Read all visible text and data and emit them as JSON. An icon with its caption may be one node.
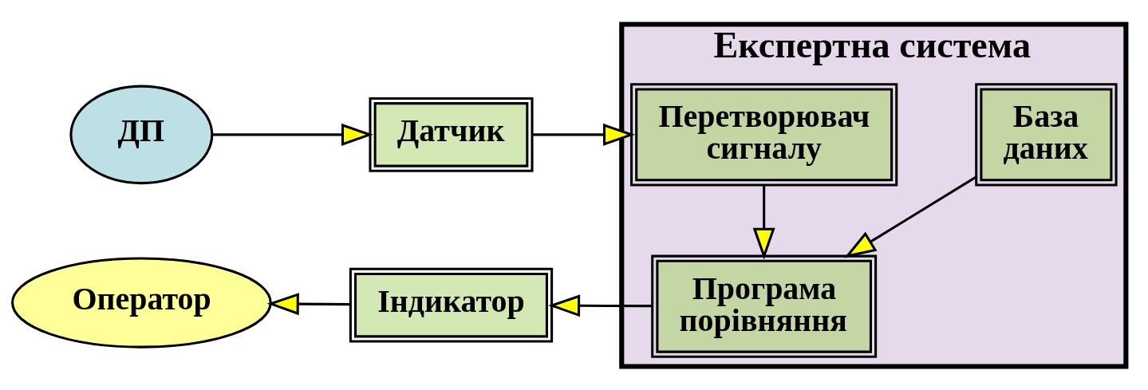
{
  "diagram": {
    "nodes": [
      {
        "text": [
          "ДП"
        ]
      },
      {
        "text": [
          "Датчик"
        ]
      },
      {
        "text": [
          "Експертна система"
        ]
      },
      {
        "text": [
          "Перетворювач сигналу"
        ],
        "in": 2
      },
      {
        "text": [
          "Програма порівняння"
        ],
        "in": 2
      },
      {
        "text": [
          "База даних"
        ],
        "in": 2
      },
      {
        "text": [
          "Індикатор"
        ]
      },
      {
        "text": [
          "Оператор"
        ]
      }
    ],
    "edges": [
      {
        "from": 0,
        "to": 1,
        "arrow": "to"
      },
      {
        "from": 1,
        "to": 3,
        "arrow": "to"
      },
      {
        "from": 3,
        "to": 4,
        "arrow": "to"
      },
      {
        "from": 5,
        "to": 4,
        "arrow": "to"
      },
      {
        "from": 4,
        "to": 6,
        "arrow": "to"
      },
      {
        "from": 6,
        "to": 7,
        "arrow": "to"
      }
    ]
  }
}
